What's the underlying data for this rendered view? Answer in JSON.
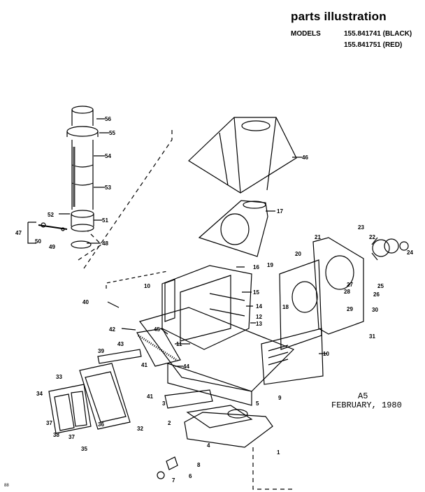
{
  "header": {
    "title": "parts illustration",
    "models_label": "MODELS",
    "models": [
      "155.841741 (BLACK)",
      "155.841751 (RED)"
    ]
  },
  "footer": {
    "page": "A5",
    "date": "FEBRUARY, 1980",
    "corner_mark": "88"
  },
  "part_labels": [
    "56",
    "55",
    "54",
    "53",
    "52",
    "51",
    "47",
    "50",
    "49",
    "48",
    "46",
    "17",
    "16",
    "15",
    "14",
    "13",
    "12",
    "11",
    "10",
    "10",
    "40",
    "42",
    "43",
    "45",
    "44",
    "41",
    "41",
    "39",
    "33",
    "34",
    "37",
    "38",
    "37",
    "36",
    "35",
    "32",
    "3",
    "2",
    "4",
    "1",
    "5",
    "9",
    "8",
    "6",
    "7",
    "18",
    "19",
    "20",
    "21",
    "22",
    "23",
    "24",
    "25",
    "26",
    "27",
    "28",
    "29",
    "30",
    "31"
  ]
}
